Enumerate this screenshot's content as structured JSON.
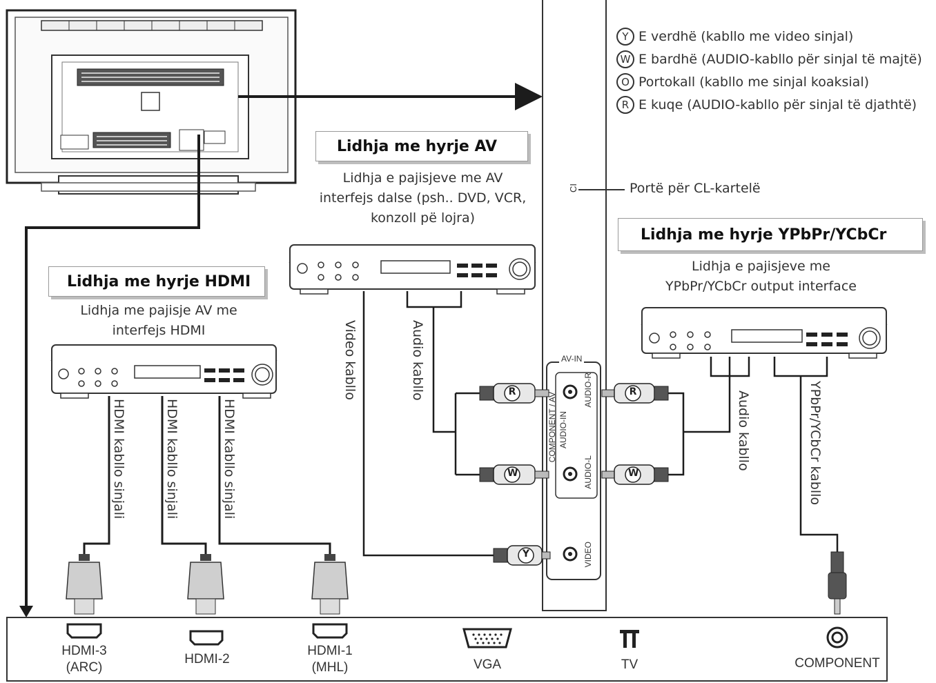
{
  "legend": [
    {
      "mark": "Y",
      "text": "E verdhë (kabllo me video sinjal)"
    },
    {
      "mark": "W",
      "text": "E bardhë (AUDIO-kabllo për sinjal të majtë)"
    },
    {
      "mark": "O",
      "text": "Portokall (kabllo me sinjal koaksial)"
    },
    {
      "mark": "R",
      "text": "E kuqe (AUDIO-kabllo për sinjal të djathtë)"
    }
  ],
  "av_section": {
    "title": "Lidhja me hyrje AV",
    "description_lines": [
      "Lidhja e pajisjeve me AV",
      "interfejs dalse (psh.. DVD, VCR,",
      "konzoll pë lojra)"
    ],
    "video_cable_label": "Video kabllo",
    "audio_cable_label": "Audio kabllo"
  },
  "hdmi_section": {
    "title": "Lidhja me hyrje HDMI",
    "description_lines": [
      "Lidhja me pajisje AV  me",
      "interfejs HDMI"
    ],
    "cable_labels": [
      "HDMI kabllo sinjali",
      "HDMI kabllo sinjali",
      "HDMI kabllo sinjali"
    ]
  },
  "ypbpr_section": {
    "title": "Lidhja me hyrje YPbPr/YCbCr",
    "description_lines": [
      "Lidhja e pajisjeve me",
      "YPbPr/YCbCr output interface"
    ],
    "audio_cable_label": "Audio kabllo",
    "component_cable_label": "YPbPr/YCbCr kabllo"
  },
  "ci": {
    "slot_label": "CI",
    "port_label": "Portë për CL-kartelë"
  },
  "side_panel": {
    "group_label": "AV-IN",
    "component_label": "COMPONENT / AV",
    "audio_in_label": "AUDIO-IN",
    "audio_r_label": "AUDIO-R",
    "audio_l_label": "AUDIO-L",
    "video_label": "VIDEO"
  },
  "plug_marks": {
    "red": "R",
    "white": "W",
    "yellow": "Y"
  },
  "bottom_ports": [
    {
      "icon": "hdmi-port-icon",
      "line1": "HDMI-3",
      "line2": "(ARC)"
    },
    {
      "icon": "hdmi-port-icon",
      "line1": "HDMI-2",
      "line2": ""
    },
    {
      "icon": "hdmi-port-icon",
      "line1": "HDMI-1",
      "line2": "(MHL)"
    },
    {
      "icon": "vga-port-icon",
      "line1": "VGA",
      "line2": ""
    },
    {
      "icon": "antenna-port-icon",
      "line1": "TV",
      "line2": ""
    },
    {
      "icon": "component-jack-icon",
      "line1": "COMPONENT",
      "line2": ""
    }
  ],
  "colors": {
    "line": "#1c1c1c",
    "device_fill": "#ffffff",
    "box_shadow": "#bdbdbd"
  }
}
